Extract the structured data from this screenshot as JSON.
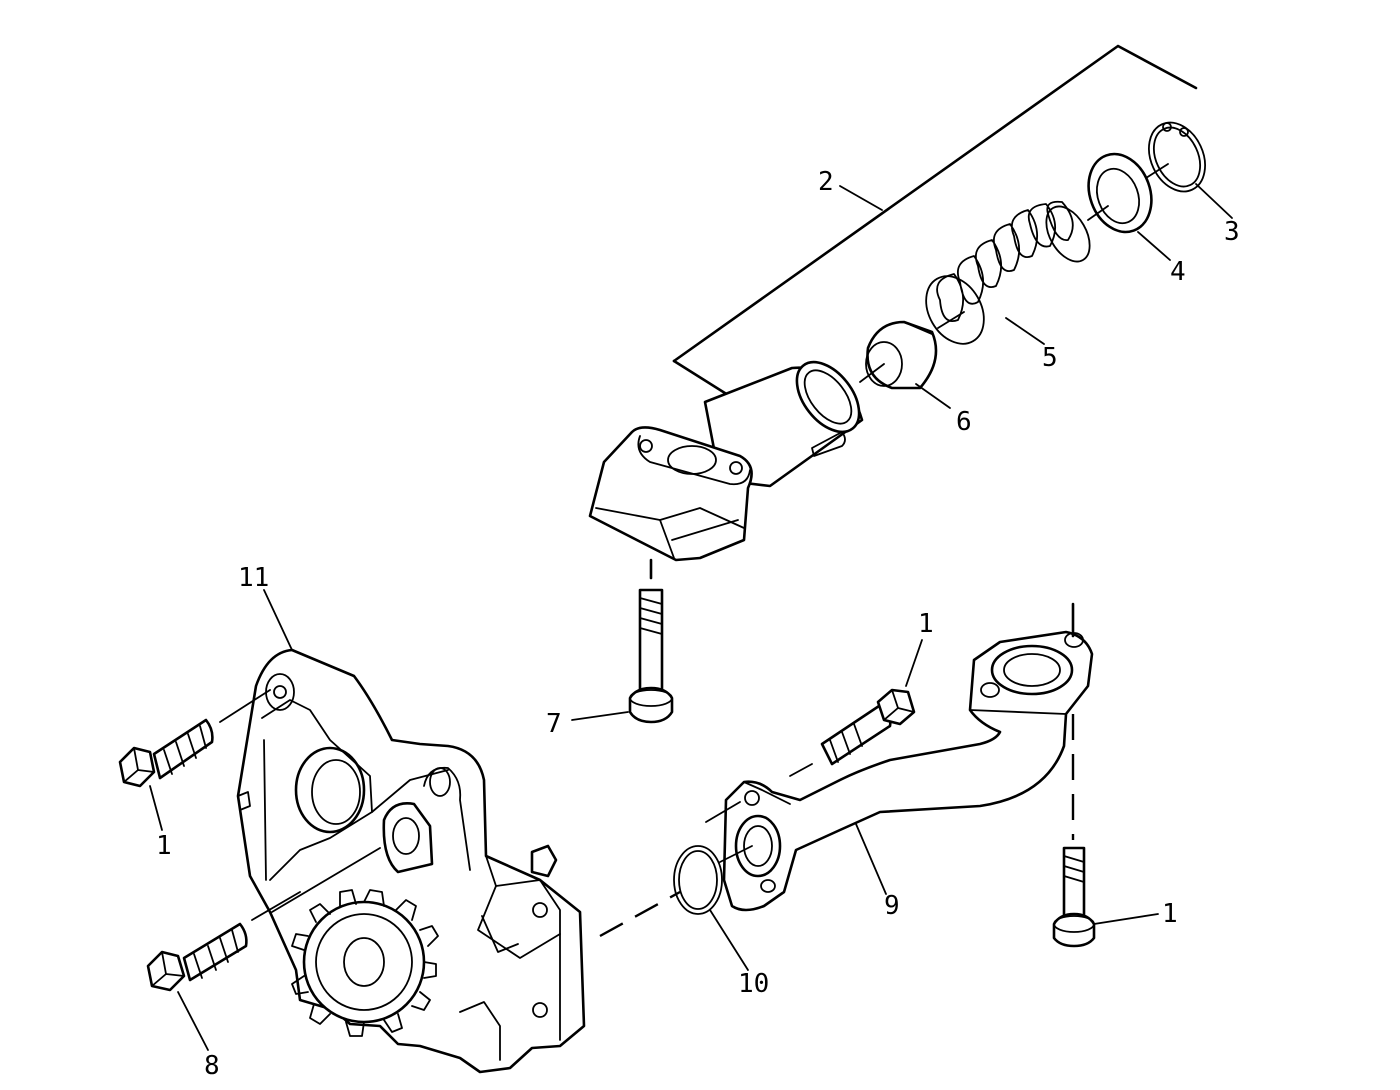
{
  "diagram": {
    "callouts": {
      "c1_left": "1",
      "c1_mid": "1",
      "c1_right": "1",
      "c2": "2",
      "c3": "3",
      "c4": "4",
      "c5": "5",
      "c6": "6",
      "c7": "7",
      "c8": "8",
      "c9": "9",
      "c10": "10",
      "c11": "11"
    },
    "line_color": "#000000",
    "background_color": "#ffffff"
  }
}
